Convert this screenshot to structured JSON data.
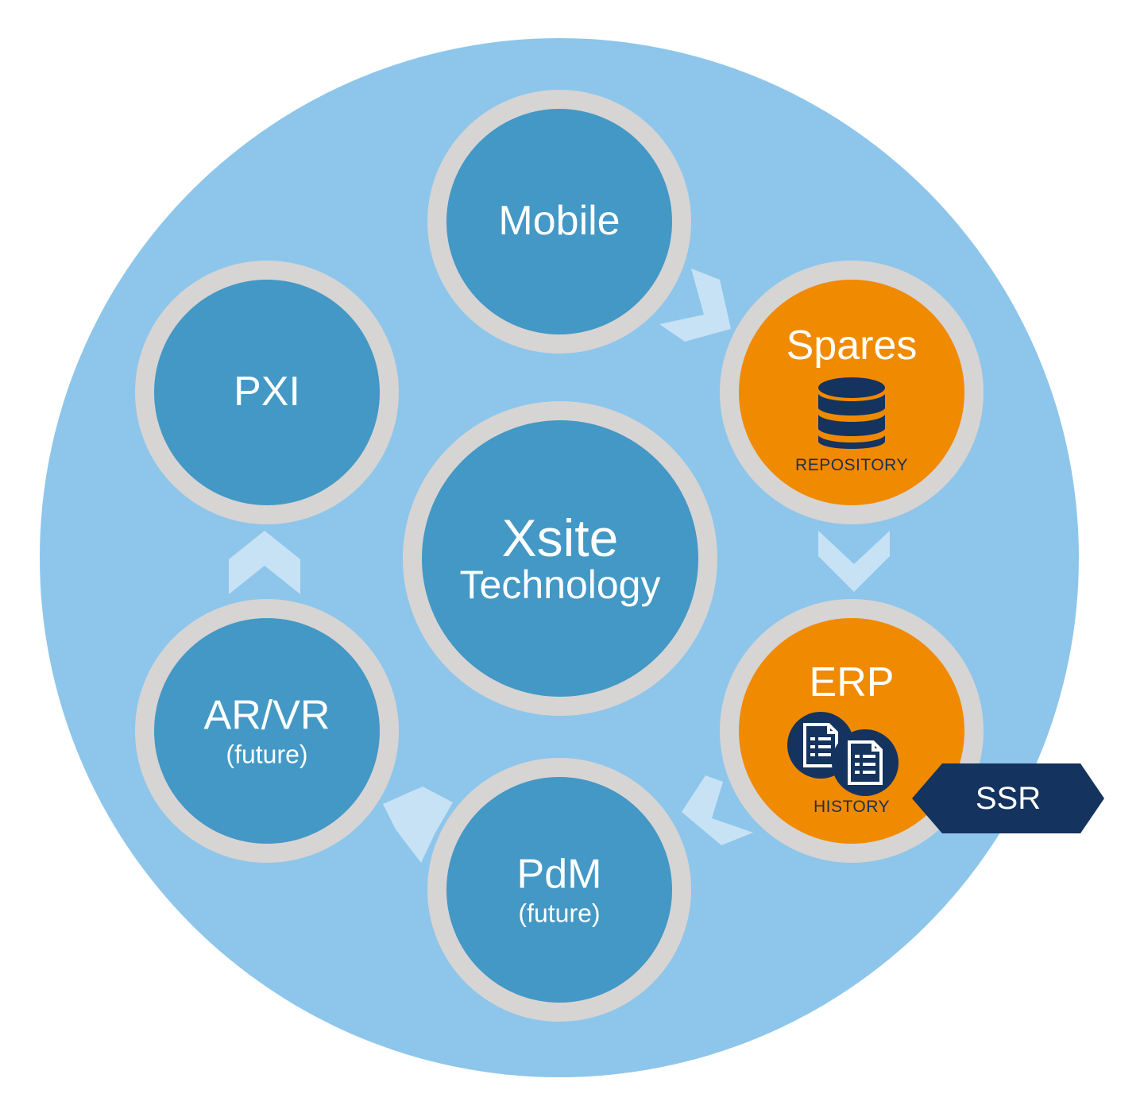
{
  "colors": {
    "outer_background": "#8dc6ea",
    "node_blue": "#4398c5",
    "node_orange": "#f08a00",
    "node_ring": "#d7d4d4",
    "arrow": "#c7e2f5",
    "navy": "#14335e"
  },
  "center": {
    "title": "Xsite",
    "subtitle": "Technology"
  },
  "nodes": {
    "mobile": {
      "label": "Mobile"
    },
    "spares": {
      "label": "Spares",
      "icon": "database-icon",
      "caption": "REPOSITORY"
    },
    "erp": {
      "label": "ERP",
      "icon": "documents-icon",
      "caption": "HISTORY"
    },
    "pdm": {
      "label": "PdM",
      "note": "(future)"
    },
    "arvr": {
      "label": "AR/VR",
      "note": "(future)"
    },
    "pxi": {
      "label": "PXI"
    }
  },
  "ssr_tag": {
    "label": "SSR"
  }
}
